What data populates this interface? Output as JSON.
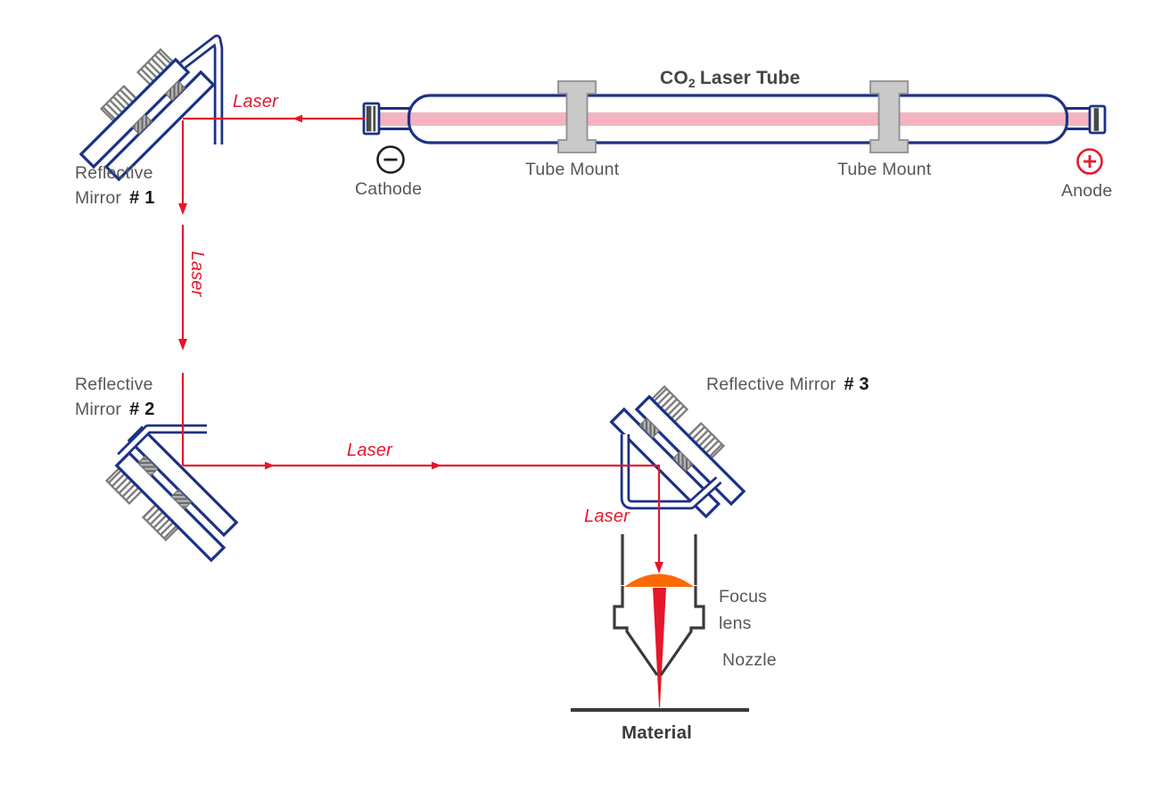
{
  "diagram_title": {
    "co": "CO",
    "sub": "2",
    "rest": "Laser Tube"
  },
  "mirrors": {
    "m1": {
      "line1": "Reflective",
      "line2": "Mirror",
      "num": "# 1"
    },
    "m2": {
      "line1": "Reflective",
      "line2": "Mirror",
      "num": "# 2"
    },
    "m3": {
      "text": "Reflective Mirror",
      "num": "# 3"
    }
  },
  "electrodes": {
    "cathode": "Cathode",
    "anode": "Anode"
  },
  "mounts": {
    "mount1": "Tube Mount",
    "mount2": "Tube Mount"
  },
  "beam_labels": {
    "laser_tube_to_mirror1": "Laser",
    "laser_mirror1_to_mirror2": "Laser",
    "laser_mirror2_to_mirror3": "Laser",
    "laser_mirror3_to_nozzle": "Laser"
  },
  "head": {
    "focus_line1": "Focus",
    "focus_line2": "lens",
    "nozzle": "Nozzle",
    "material": "Material"
  },
  "colors": {
    "beam_red": "#e5172c",
    "tube_navy": "#1d3185",
    "beam_pink": "#f5b3c1",
    "lens_orange": "#fb6a05",
    "metal_gray": "#c9c9c9",
    "metal_stroke": "#8f8f8f",
    "text_gray": "#575757",
    "dark_gray": "#3a3a3a",
    "num_black": "#161616",
    "title_gray": "#454545"
  }
}
